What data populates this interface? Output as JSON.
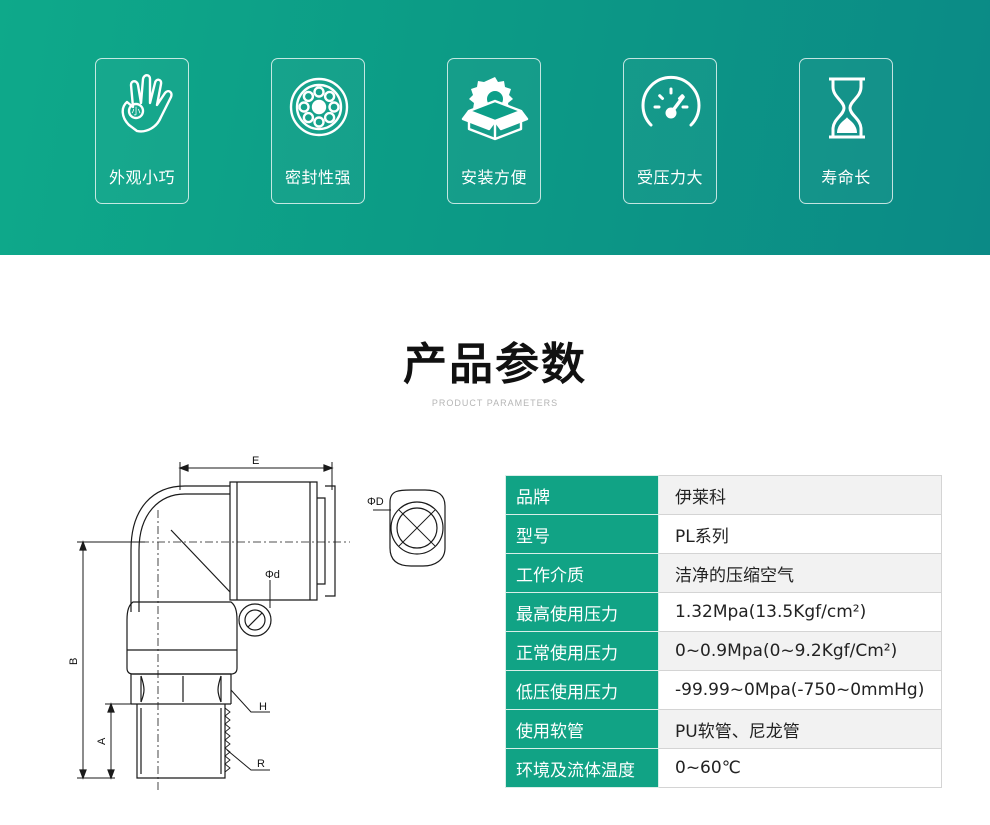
{
  "features": [
    {
      "icon": "small-hand-icon",
      "label": "外观小巧"
    },
    {
      "icon": "seal-ring-icon",
      "label": "密封性强"
    },
    {
      "icon": "gear-box-icon",
      "label": "安装方便"
    },
    {
      "icon": "pressure-gauge-icon",
      "label": "受压力大"
    },
    {
      "icon": "hourglass-icon",
      "label": "寿命长"
    }
  ],
  "hand_mark": "小",
  "section": {
    "title": "产品参数",
    "subtitle": "PRODUCT PARAMETERS"
  },
  "drawing": {
    "labels": {
      "E": "E",
      "D": "ΦD",
      "d": "Φd",
      "B": "B",
      "A": "A",
      "H": "H",
      "R": "R"
    }
  },
  "params": [
    {
      "key": "品牌",
      "value": "伊莱科"
    },
    {
      "key": "型号",
      "value": "PL系列"
    },
    {
      "key": "工作介质",
      "value": "洁净的压缩空气"
    },
    {
      "key": "最高使用压力",
      "value": "1.32Mpa(13.5Kgf/cm²)"
    },
    {
      "key": "正常使用压力",
      "value": "0~0.9Mpa(0~9.2Kgf/Cm²)"
    },
    {
      "key": "低压使用压力",
      "value": "-99.99~0Mpa(-750~0mmHg)"
    },
    {
      "key": "使用软管",
      "value": "PU软管、尼龙管"
    },
    {
      "key": "环境及流体温度",
      "value": "0~60℃"
    }
  ],
  "colors": {
    "accent": "#11a385",
    "banner_start": "#0ea98a",
    "banner_end": "#0b8a86"
  }
}
